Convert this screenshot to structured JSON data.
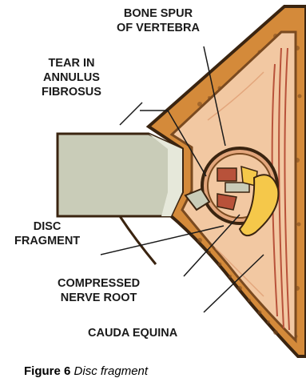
{
  "labels": {
    "bone_spur": [
      "BONE SPUR",
      "OF VERTEBRA"
    ],
    "tear": [
      "TEAR IN",
      "ANNULUS",
      "FIBROSUS"
    ],
    "disc_fragment": [
      "DISC",
      "FRAGMENT"
    ],
    "compressed": [
      "COMPRESSED",
      "NERVE ROOT"
    ],
    "cauda": "CAUDA EQUINA"
  },
  "caption": {
    "figure": "Figure 6",
    "text": "Disc fragment"
  },
  "colors": {
    "outline": "#3a2410",
    "bone_orange": "#d48a3a",
    "bone_dark": "#7a4a20",
    "flesh": "#f2c8a2",
    "flesh_dark": "#e3a67c",
    "disc_grey": "#c9ccb8",
    "disc_light": "#e6e8da",
    "nerve_yellow": "#f5c84a",
    "nerve_red": "#b8523a",
    "leader": "#1a1a1a"
  }
}
